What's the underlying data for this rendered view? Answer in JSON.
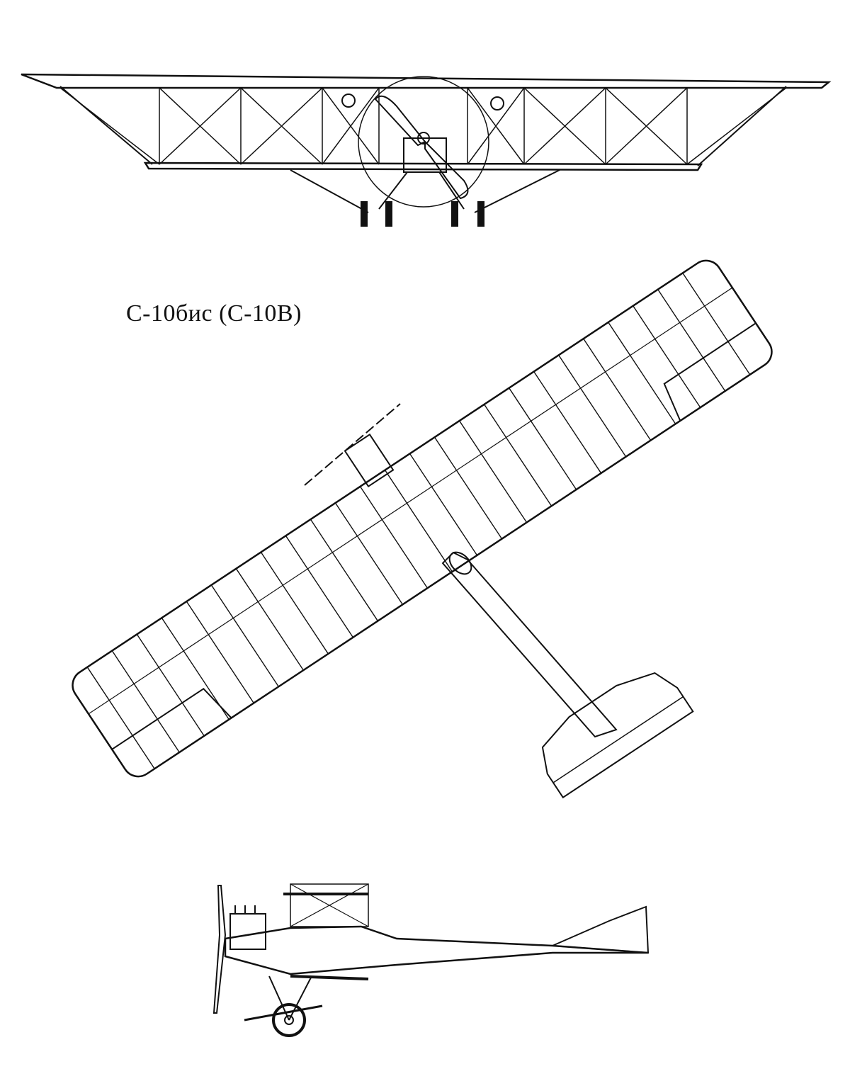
{
  "caption": "С-10бис (С-10В)",
  "colors": {
    "ink": "#111111",
    "paper": "#ffffff"
  },
  "views": [
    "front-view",
    "top-view",
    "side-view"
  ]
}
